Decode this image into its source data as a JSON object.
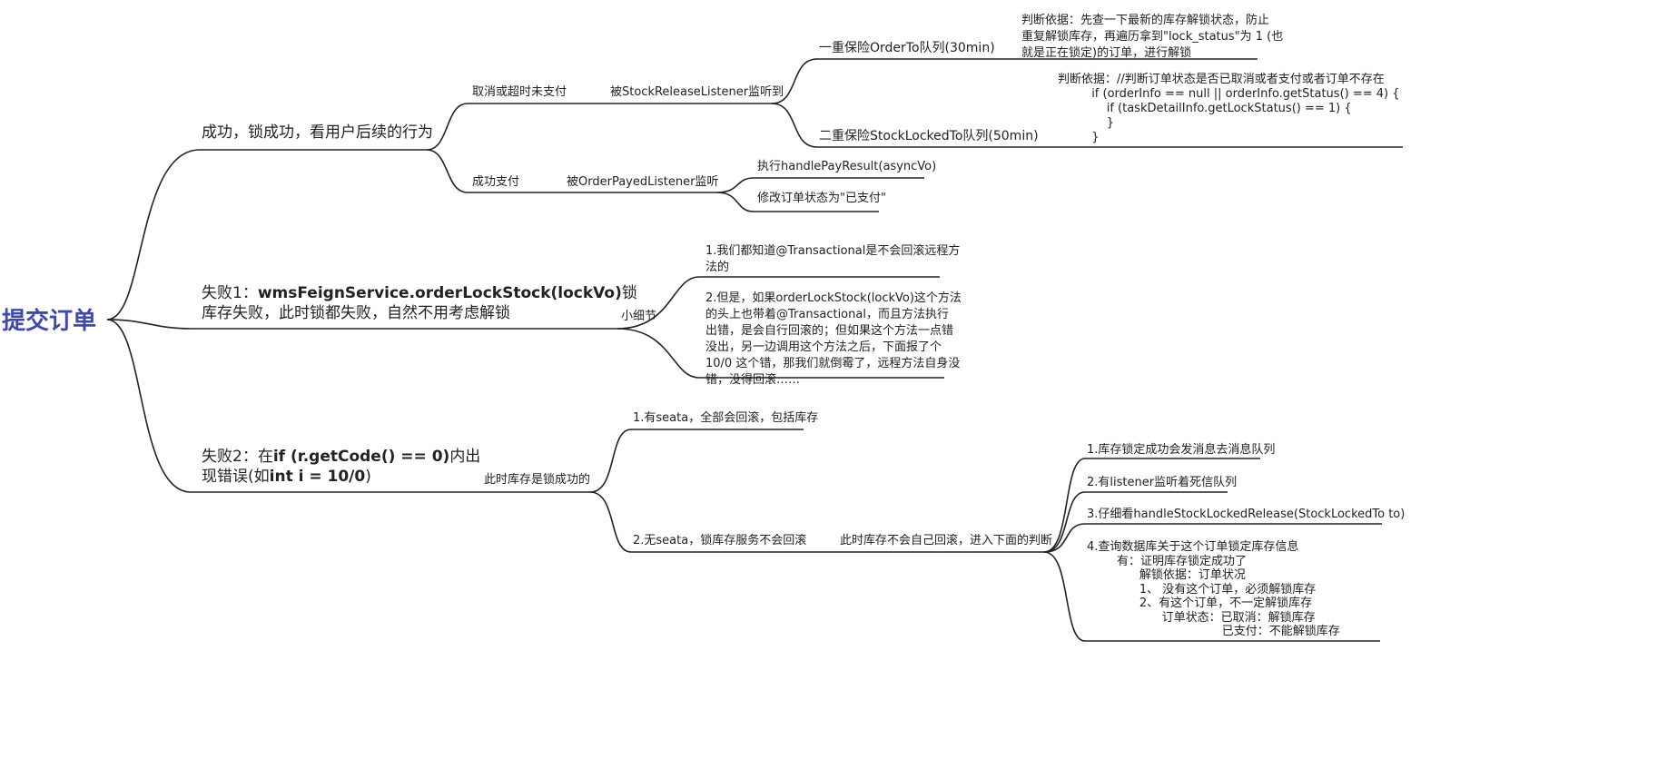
{
  "root": "提交订单",
  "branches": {
    "success": {
      "label": "成功，锁成功，看用户后续的行为",
      "cancel": {
        "label": "取消或超时未支付",
        "listener": "被StockReleaseListener监听到",
        "first": {
          "label": "一重保险OrderTo队列(30min)",
          "note": "判断依据：先查一下最新的库存解锁状态，防止\n重复解锁库存，再遍历拿到\"lock_status\"为 1 (也\n就是正在锁定)的订单，进行解锁"
        },
        "second": {
          "label": "二重保险StockLockedTo队列(50min)",
          "note": "判断依据：//判断订单状态是否已取消或者支付或者订单不存在\n         if (orderInfo == null || orderInfo.getStatus() == 4) {\n             if (taskDetailInfo.getLockStatus() == 1) {\n             }\n         }"
        }
      },
      "paid": {
        "label": "成功支付",
        "listener": "被OrderPayedListener监听",
        "actions": [
          "执行handlePayResult(asyncVo)",
          "修改订单状态为\"已支付\""
        ]
      }
    },
    "fail1": {
      "prefix": "失败1：",
      "bold": "wmsFeignService.orderLockStock(lockVo)",
      "suffix": "锁",
      "line2": "库存失败，此时锁都失败，自然不用考虑解锁",
      "detail_label": "小细节",
      "details": [
        "1.我们都知道@Transactional是不会回滚远程方\n法的",
        "2.但是，如果orderLockStock(lockVo)这个方法\n的头上也带着@Transactional，而且方法执行\n出错，是会自行回滚的；但如果这个方法一点错\n没出，另一边调用这个方法之后，下面报了个\n10/0 这个错，那我们就倒霉了，远程方法自身没\n错，没得回滚……"
      ]
    },
    "fail2": {
      "prefix": "失败2：在",
      "bold1": "if (r.getCode() == 0)",
      "suffix": "内出",
      "line2_prefix": "现错误(如",
      "bold2": "int i = 10/0",
      "line2_suffix": ")",
      "state_label": "此时库存是锁成功的",
      "with_seata": "1.有seata，全部会回滚，包括库存",
      "without_seata": "2.无seata，锁库存服务不会回滚",
      "no_rollback": "此时库存不会自己回滚，进入下面的判断",
      "steps": [
        "1.库存锁定成功会发消息去消息队列",
        "2.有listener监听着死信队列",
        "3.仔细看handleStockLockedRelease(StockLockedTo to)",
        "4.查询数据库关于这个订单锁定库存信息\n        有：证明库存锁定成功了\n              解锁依据：订单状况\n              1、 没有这个订单，必须解锁库存\n              2、有这个订单，不一定解锁库存\n                    订单状态：已取消：解锁库存\n                                    已支付：不能解锁库存"
      ]
    }
  }
}
